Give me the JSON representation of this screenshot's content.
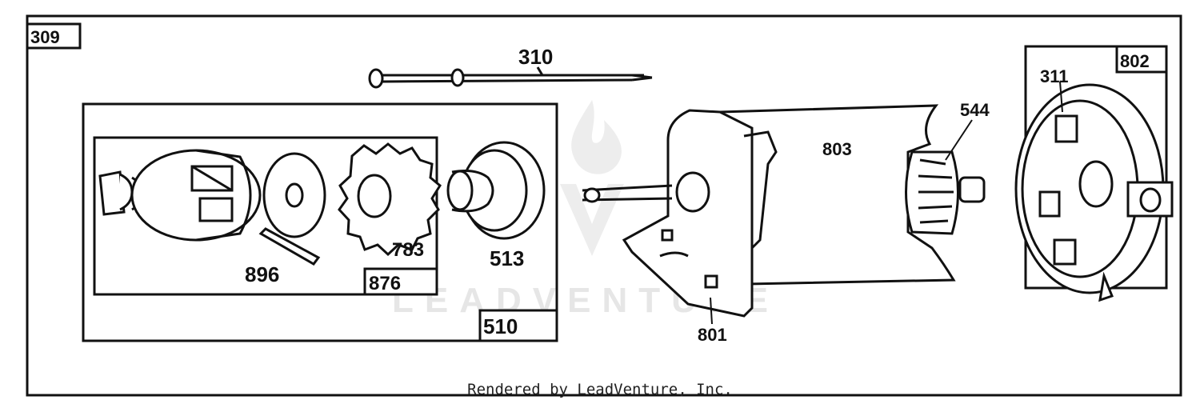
{
  "labels": {
    "frame": "309",
    "rod": "310",
    "subassembly": "510",
    "pinion_box": "876",
    "pinion": "783",
    "spring": "896",
    "drive_nut": "513",
    "armature": "544",
    "housing": "803",
    "end_cap": "801",
    "end_cap_rear": "802",
    "brush": "311"
  },
  "watermark": "LEADVENTURE",
  "credit": "Rendered by LeadVenture, Inc.",
  "colors": {
    "ink": "#111111",
    "watermark": "#e4e4e4",
    "background": "#ffffff"
  }
}
